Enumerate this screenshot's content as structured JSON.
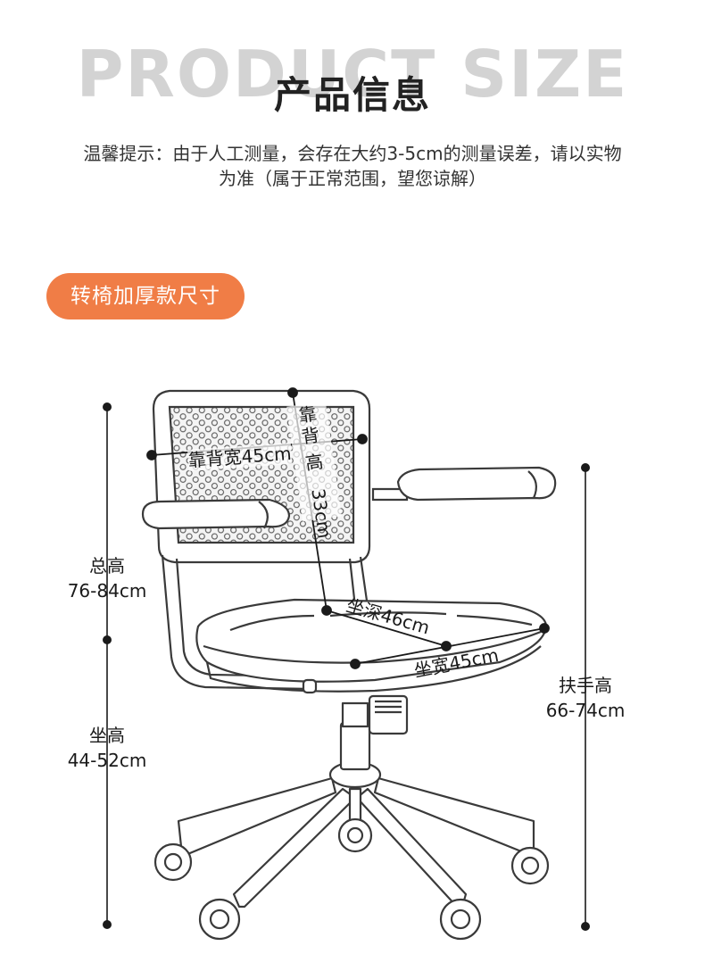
{
  "header": {
    "background_title": "PRODUCT SIZE",
    "title": "产品信息",
    "notice_line1": "温馨提示：由于人工测量，会存在大约3-5cm的测量误差，请以实物",
    "notice_line2": "为准（属于正常范围，望您谅解）"
  },
  "badge": {
    "label": "转椅加厚款尺寸",
    "color": "#f07d46"
  },
  "dimensions": {
    "total_height": {
      "label": "总高",
      "value": "76-84cm"
    },
    "seat_height": {
      "label": "坐高",
      "value": "44-52cm"
    },
    "armrest_height": {
      "label": "扶手高",
      "value": "66-74cm"
    },
    "backrest_width": {
      "label": "靠背宽45cm"
    },
    "backrest_height": {
      "label": [
        "靠",
        "背",
        "高",
        "33cm"
      ]
    },
    "seat_depth": {
      "label": "坐深46cm"
    },
    "seat_width": {
      "label": "坐宽45cm"
    }
  },
  "illustration": {
    "name": "office-swivel-chair-line-drawing",
    "line_color": "#3a3a3a"
  }
}
